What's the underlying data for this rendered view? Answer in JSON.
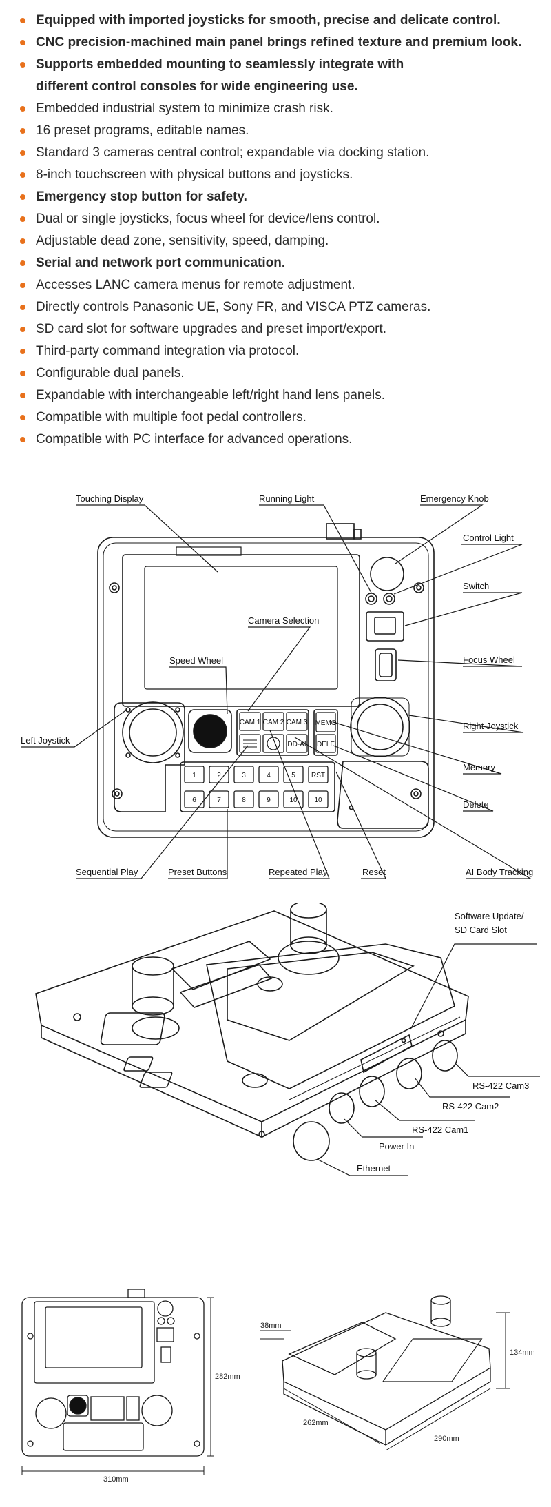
{
  "accent": "#e8711c",
  "features": [
    {
      "text": "Equipped with imported joysticks for smooth, precise and delicate control.",
      "bold": true
    },
    {
      "text": "CNC precision-machined main panel brings refined texture and premium look.",
      "bold": true
    },
    {
      "text": "Supports embedded mounting to seamlessly integrate with different control consoles for wide engineering use.",
      "bold": true
    },
    {
      "text": "Embedded industrial system to minimize crash risk.",
      "bold": false
    },
    {
      "text": "16 preset programs, editable names.",
      "bold": false
    },
    {
      "text": "Standard 3 cameras central control; expandable via docking station.",
      "bold": false
    },
    {
      "text": "8-inch touchscreen with physical buttons and joysticks.",
      "bold": false
    },
    {
      "text": "Emergency stop button for safety.",
      "bold": true
    },
    {
      "text": "Dual or single joysticks, focus wheel for device/lens control.",
      "bold": false
    },
    {
      "text": "Adjustable dead zone, sensitivity, speed, damping.",
      "bold": false
    },
    {
      "text": "Serial and network port communication.",
      "bold": true
    },
    {
      "text": "Accesses LANC camera menus for remote adjustment.",
      "bold": false
    },
    {
      "text": "Directly controls Panasonic UE, Sony FR, and VISCA PTZ cameras.",
      "bold": false
    },
    {
      "text": "SD card slot for software upgrades and preset import/export.",
      "bold": false
    },
    {
      "text": "Third-party command integration via protocol.",
      "bold": false
    },
    {
      "text": "Configurable dual panels.",
      "bold": false
    },
    {
      "text": "Expandable with interchangeable left/right hand lens panels.",
      "bold": false
    },
    {
      "text": "Compatible with multiple foot pedal controllers.",
      "bold": false
    },
    {
      "text": "Compatible with PC interface for advanced operations.",
      "bold": false
    }
  ],
  "front_diagram": {
    "labels": {
      "touching_display": "Touching Display",
      "running_light": "Running Light",
      "emergency_knob": "Emergency Knob",
      "control_light": "Control Light",
      "switch": "Switch",
      "camera_selection": "Camera Selection",
      "speed_wheel": "Speed Wheel",
      "focus_wheel": "Focus Wheel",
      "right_joystick": "Right Joystick",
      "left_joystick": "Left Joystick",
      "memory": "Memory",
      "delete": "Delete",
      "sequential_play": "Sequential Play",
      "preset_buttons": "Preset Buttons",
      "repeated_play": "Repeated Play",
      "reset": "Reset",
      "ai_body_tracking": "AI Body Tracking"
    },
    "cam_buttons": [
      "CAM 1",
      "CAM 2",
      "CAM 3"
    ],
    "memo_label": "MEMO",
    "dele_label": "DELE",
    "ai_label": "DD-AI",
    "preset_row1": [
      "1",
      "2",
      "3",
      "4",
      "5",
      "RST"
    ],
    "preset_row2": [
      "6",
      "7",
      "8",
      "9",
      "10",
      "10"
    ]
  },
  "iso_diagram": {
    "labels": {
      "software_update": "Software Update/",
      "sd_card_slot": "SD Card Slot",
      "rs422_cam3": "RS-422 Cam3",
      "rs422_cam2": "RS-422 Cam2",
      "rs422_cam1": "RS-422 Cam1",
      "power_in": "Power In",
      "ethernet": "Ethernet"
    }
  },
  "dimensions": {
    "height": "282mm",
    "width": "310mm",
    "depth_front": "38mm",
    "iso_height": "134mm",
    "iso_depth": "262mm",
    "iso_width": "290mm"
  }
}
